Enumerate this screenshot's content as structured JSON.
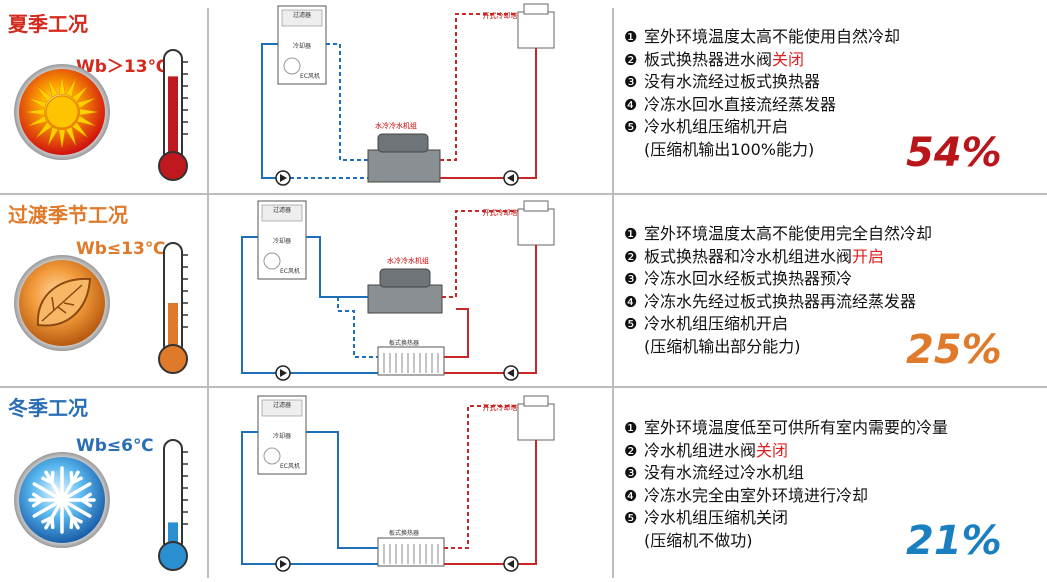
{
  "colors": {
    "red": "#c0181f",
    "blue": "#1a6fb5",
    "orange": "#e07a2b",
    "blue_pct": "#1a7fc1",
    "line_blue": "#1f6fb8",
    "line_red": "#c62828"
  },
  "panels": [
    {
      "title": "夏季工况",
      "title_color": "#d42a1e",
      "wb": "Wb＞13℃",
      "wb_color": "#d42a1e",
      "icon": "sun-icon",
      "thermo_level": 0.8,
      "thermo_color": "#c0181f",
      "diagram": {
        "cooling_tower_label": "开式冷却塔",
        "chiller_label": "水冷冷水机组",
        "ahu_labels": [
          "过滤器",
          "冷却器",
          "EC风机"
        ]
      },
      "steps": [
        {
          "num": "❶",
          "parts": [
            {
              "text": "室外环境温度太高不能使用自然冷却",
              "hl": false
            }
          ]
        },
        {
          "num": "❷",
          "parts": [
            {
              "text": "板式换热器进水阀",
              "hl": false
            },
            {
              "text": "关闭",
              "hl": true
            }
          ]
        },
        {
          "num": "❸",
          "parts": [
            {
              "text": "没有水流经过板式换热器",
              "hl": false
            }
          ]
        },
        {
          "num": "❹",
          "parts": [
            {
              "text": "冷冻水回水直接流经蒸发器",
              "hl": false
            }
          ]
        },
        {
          "num": "❺",
          "parts": [
            {
              "text": "冷水机组压缩机开启",
              "hl": false
            }
          ]
        },
        {
          "num": "",
          "parts": [
            {
              "text": "(压缩机输出100%能力)",
              "hl": false
            }
          ]
        }
      ],
      "percent": "54%",
      "percent_color": "#b8161a"
    },
    {
      "title": "过渡季节工况",
      "title_color": "#e07a2b",
      "wb": "Wb≤13℃",
      "wb_color": "#e07a2b",
      "icon": "leaf-icon",
      "thermo_level": 0.5,
      "thermo_color": "#e07a2b",
      "diagram": {
        "cooling_tower_label": "开式冷却塔",
        "chiller_label": "水冷冷水机组",
        "hx_label": "板式换热器",
        "ahu_labels": [
          "过滤器",
          "冷却器",
          "EC风机"
        ]
      },
      "steps": [
        {
          "num": "❶",
          "parts": [
            {
              "text": "室外环境温度太高不能使用完全自然冷却",
              "hl": false
            }
          ]
        },
        {
          "num": "❷",
          "parts": [
            {
              "text": "板式换热器和冷水机组进水阀",
              "hl": false
            },
            {
              "text": "开启",
              "hl": true
            }
          ]
        },
        {
          "num": "❸",
          "parts": [
            {
              "text": "冷冻水回水经板式换热器预冷",
              "hl": false
            }
          ]
        },
        {
          "num": "❹",
          "parts": [
            {
              "text": "冷冻水先经过板式换热器再流经蒸发器",
              "hl": false
            }
          ]
        },
        {
          "num": "❺",
          "parts": [
            {
              "text": "冷水机组压缩机开启",
              "hl": false
            }
          ]
        },
        {
          "num": "",
          "parts": [
            {
              "text": "(压缩机输出部分能力)",
              "hl": false
            }
          ]
        }
      ],
      "percent": "25%",
      "percent_color": "#e07a2b"
    },
    {
      "title": "冬季工况",
      "title_color": "#2a6fb5",
      "wb": "Wb≤6℃",
      "wb_color": "#2a6fb5",
      "icon": "snowflake-icon",
      "thermo_level": 0.3,
      "thermo_color": "#2a8fd0",
      "diagram": {
        "cooling_tower_label": "开式冷却塔",
        "hx_label": "板式换热器",
        "ahu_labels": [
          "过滤器",
          "冷却器",
          "EC风机"
        ]
      },
      "steps": [
        {
          "num": "❶",
          "parts": [
            {
              "text": "室外环境温度低至可供所有室内需要的冷量",
              "hl": false
            }
          ]
        },
        {
          "num": "❷",
          "parts": [
            {
              "text": "冷水机组进水阀",
              "hl": false
            },
            {
              "text": "关闭",
              "hl": true
            }
          ]
        },
        {
          "num": "❸",
          "parts": [
            {
              "text": "没有水流经过冷水机组",
              "hl": false
            }
          ]
        },
        {
          "num": "❹",
          "parts": [
            {
              "text": "冷冻水完全由室外环境进行冷却",
              "hl": false
            }
          ]
        },
        {
          "num": "❺",
          "parts": [
            {
              "text": "冷水机组压缩机关闭",
              "hl": false
            }
          ]
        },
        {
          "num": "",
          "parts": [
            {
              "text": "(压缩机不做功)",
              "hl": false
            }
          ]
        }
      ],
      "percent": "21%",
      "percent_color": "#1a7fc1"
    }
  ]
}
